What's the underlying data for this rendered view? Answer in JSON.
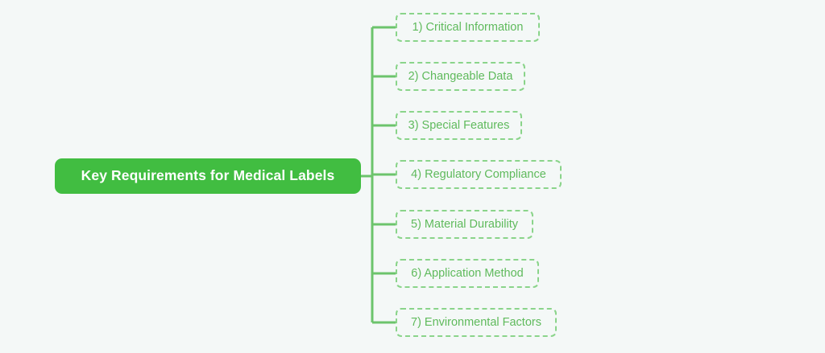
{
  "diagram": {
    "type": "mind-map",
    "orientation": "left-to-right",
    "background_color": "#f4f8f7",
    "root": {
      "label": "Key Requirements for Medical Labels",
      "fill_color": "#41bd41",
      "text_color": "#ffffff"
    },
    "connector": {
      "color": "#6cc46c",
      "stroke_width": 3
    },
    "branch_style": {
      "border_color": "#8ad48a",
      "border_style": "dashed",
      "text_color": "#5fba5c"
    },
    "branches": [
      {
        "index": "1",
        "label": "1) Critical Information"
      },
      {
        "index": "2",
        "label": "2) Changeable Data"
      },
      {
        "index": "3",
        "label": "3) Special Features"
      },
      {
        "index": "4",
        "label": "4) Regulatory Compliance"
      },
      {
        "index": "5",
        "label": "5) Material Durability"
      },
      {
        "index": "6",
        "label": "6) Application Method"
      },
      {
        "index": "7",
        "label": "7) Environmental Factors"
      }
    ]
  }
}
